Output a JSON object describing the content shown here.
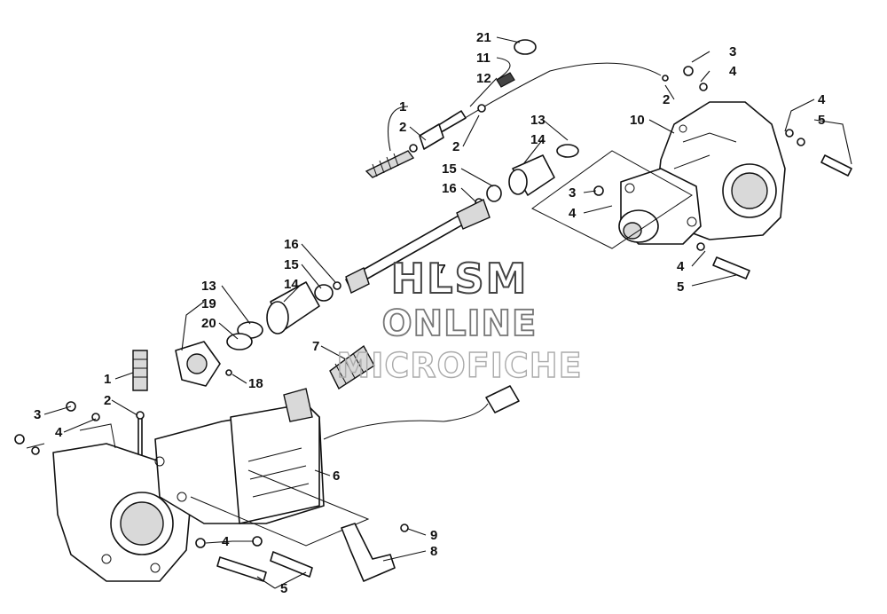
{
  "watermark": {
    "line1": "HLSM",
    "line2": "ONLINE",
    "line3": "MICROFICHE"
  },
  "callouts": [
    "21",
    "11",
    "12",
    "1",
    "2",
    "2",
    "3",
    "4",
    "2",
    "10",
    "4",
    "5",
    "13",
    "14",
    "15",
    "16",
    "3",
    "4",
    "16",
    "15",
    "17",
    "14",
    "13",
    "19",
    "20",
    "4",
    "5",
    "7",
    "18",
    "1",
    "2",
    "3",
    "4",
    "6",
    "9",
    "8",
    "4",
    "5"
  ],
  "colors": {
    "line": "#111111",
    "background": "#ffffff",
    "watermark_stroke": "#444444"
  }
}
